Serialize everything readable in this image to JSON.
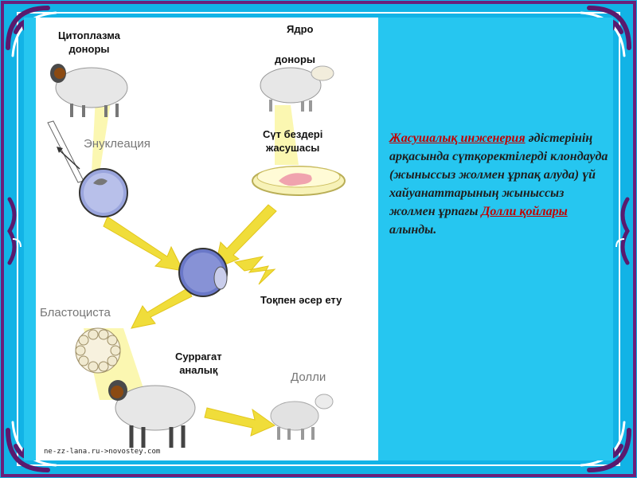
{
  "diagram": {
    "labels": {
      "cytoplasm_donor": "Цитоплазма\nдоноры",
      "nucleus_donor_1": "Ядро",
      "nucleus_donor_2": "доноры",
      "enucleation": "Энуклеация",
      "mammary_cells": "Сүт бездері\nжасушасы",
      "electric_shock": "Тоқпен әсер ету",
      "blastocyst": "Бластоциста",
      "surrogate": "Суррагат\nаналық",
      "dolly": "Долли"
    },
    "source": "ne-zz-lana.ru->novostey.com"
  },
  "text": {
    "part1": "Жасушалық инженерия",
    "part2": " әдістерінің арқасында сүтқоректілерді клондауда (жыныссыз жолмен ұрпақ алуда) үй хайуанаттарының жыныссыз жолмен ұрпағы ",
    "part3": "Долли қойлары",
    "part4": " алынды."
  }
}
